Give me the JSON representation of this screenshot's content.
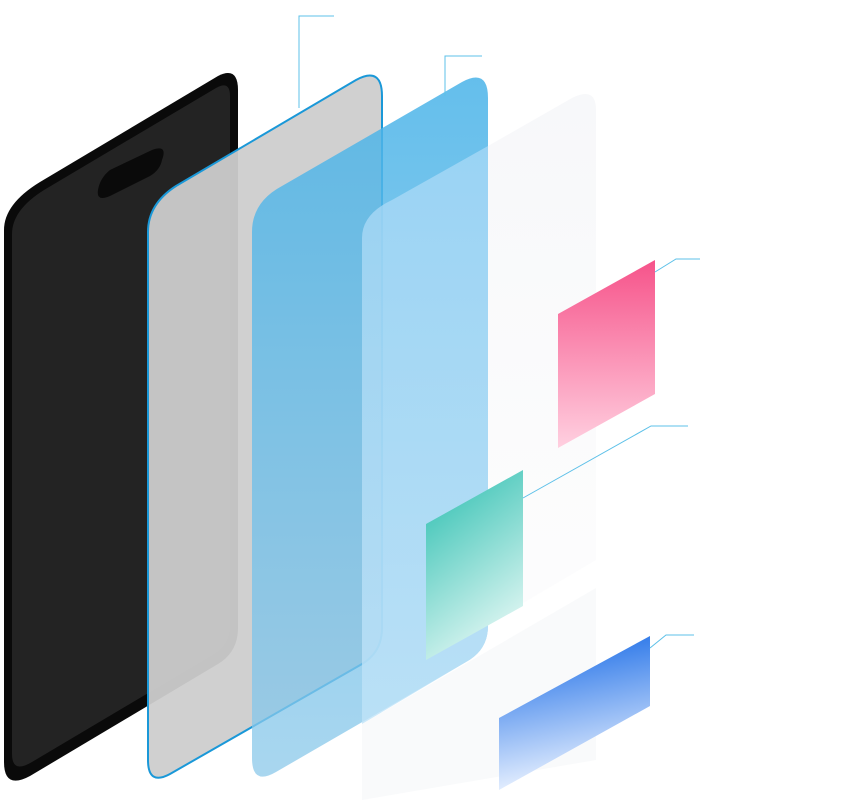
{
  "diagram": {
    "kind": "exploded isometric phone screen layers",
    "layers": [
      {
        "name": "device-body",
        "color": "#232323",
        "outline": "#0a0a0a"
      },
      {
        "name": "gray-panel",
        "color": "#cfcfcf",
        "outline": "#1a98d8"
      },
      {
        "name": "blue-layer",
        "color": "#4fb6e8"
      },
      {
        "name": "light-blue-layer",
        "color": "#a6d8f5"
      },
      {
        "name": "frosted-layer",
        "color": "#f3f5f7"
      }
    ],
    "swatches": [
      {
        "name": "pink-swatch",
        "from": "#f6538a",
        "to": "#ffd0e0"
      },
      {
        "name": "teal-swatch",
        "from": "#2abfb0",
        "to": "#d4f3ef"
      },
      {
        "name": "blue-swatch",
        "from": "#0a63e6",
        "to": "#e6f0ff"
      }
    ],
    "callout_color": "#5cc0e8",
    "callouts": [
      "gray-panel",
      "blue-layer",
      "pink-swatch",
      "teal-swatch",
      "blue-swatch"
    ]
  }
}
